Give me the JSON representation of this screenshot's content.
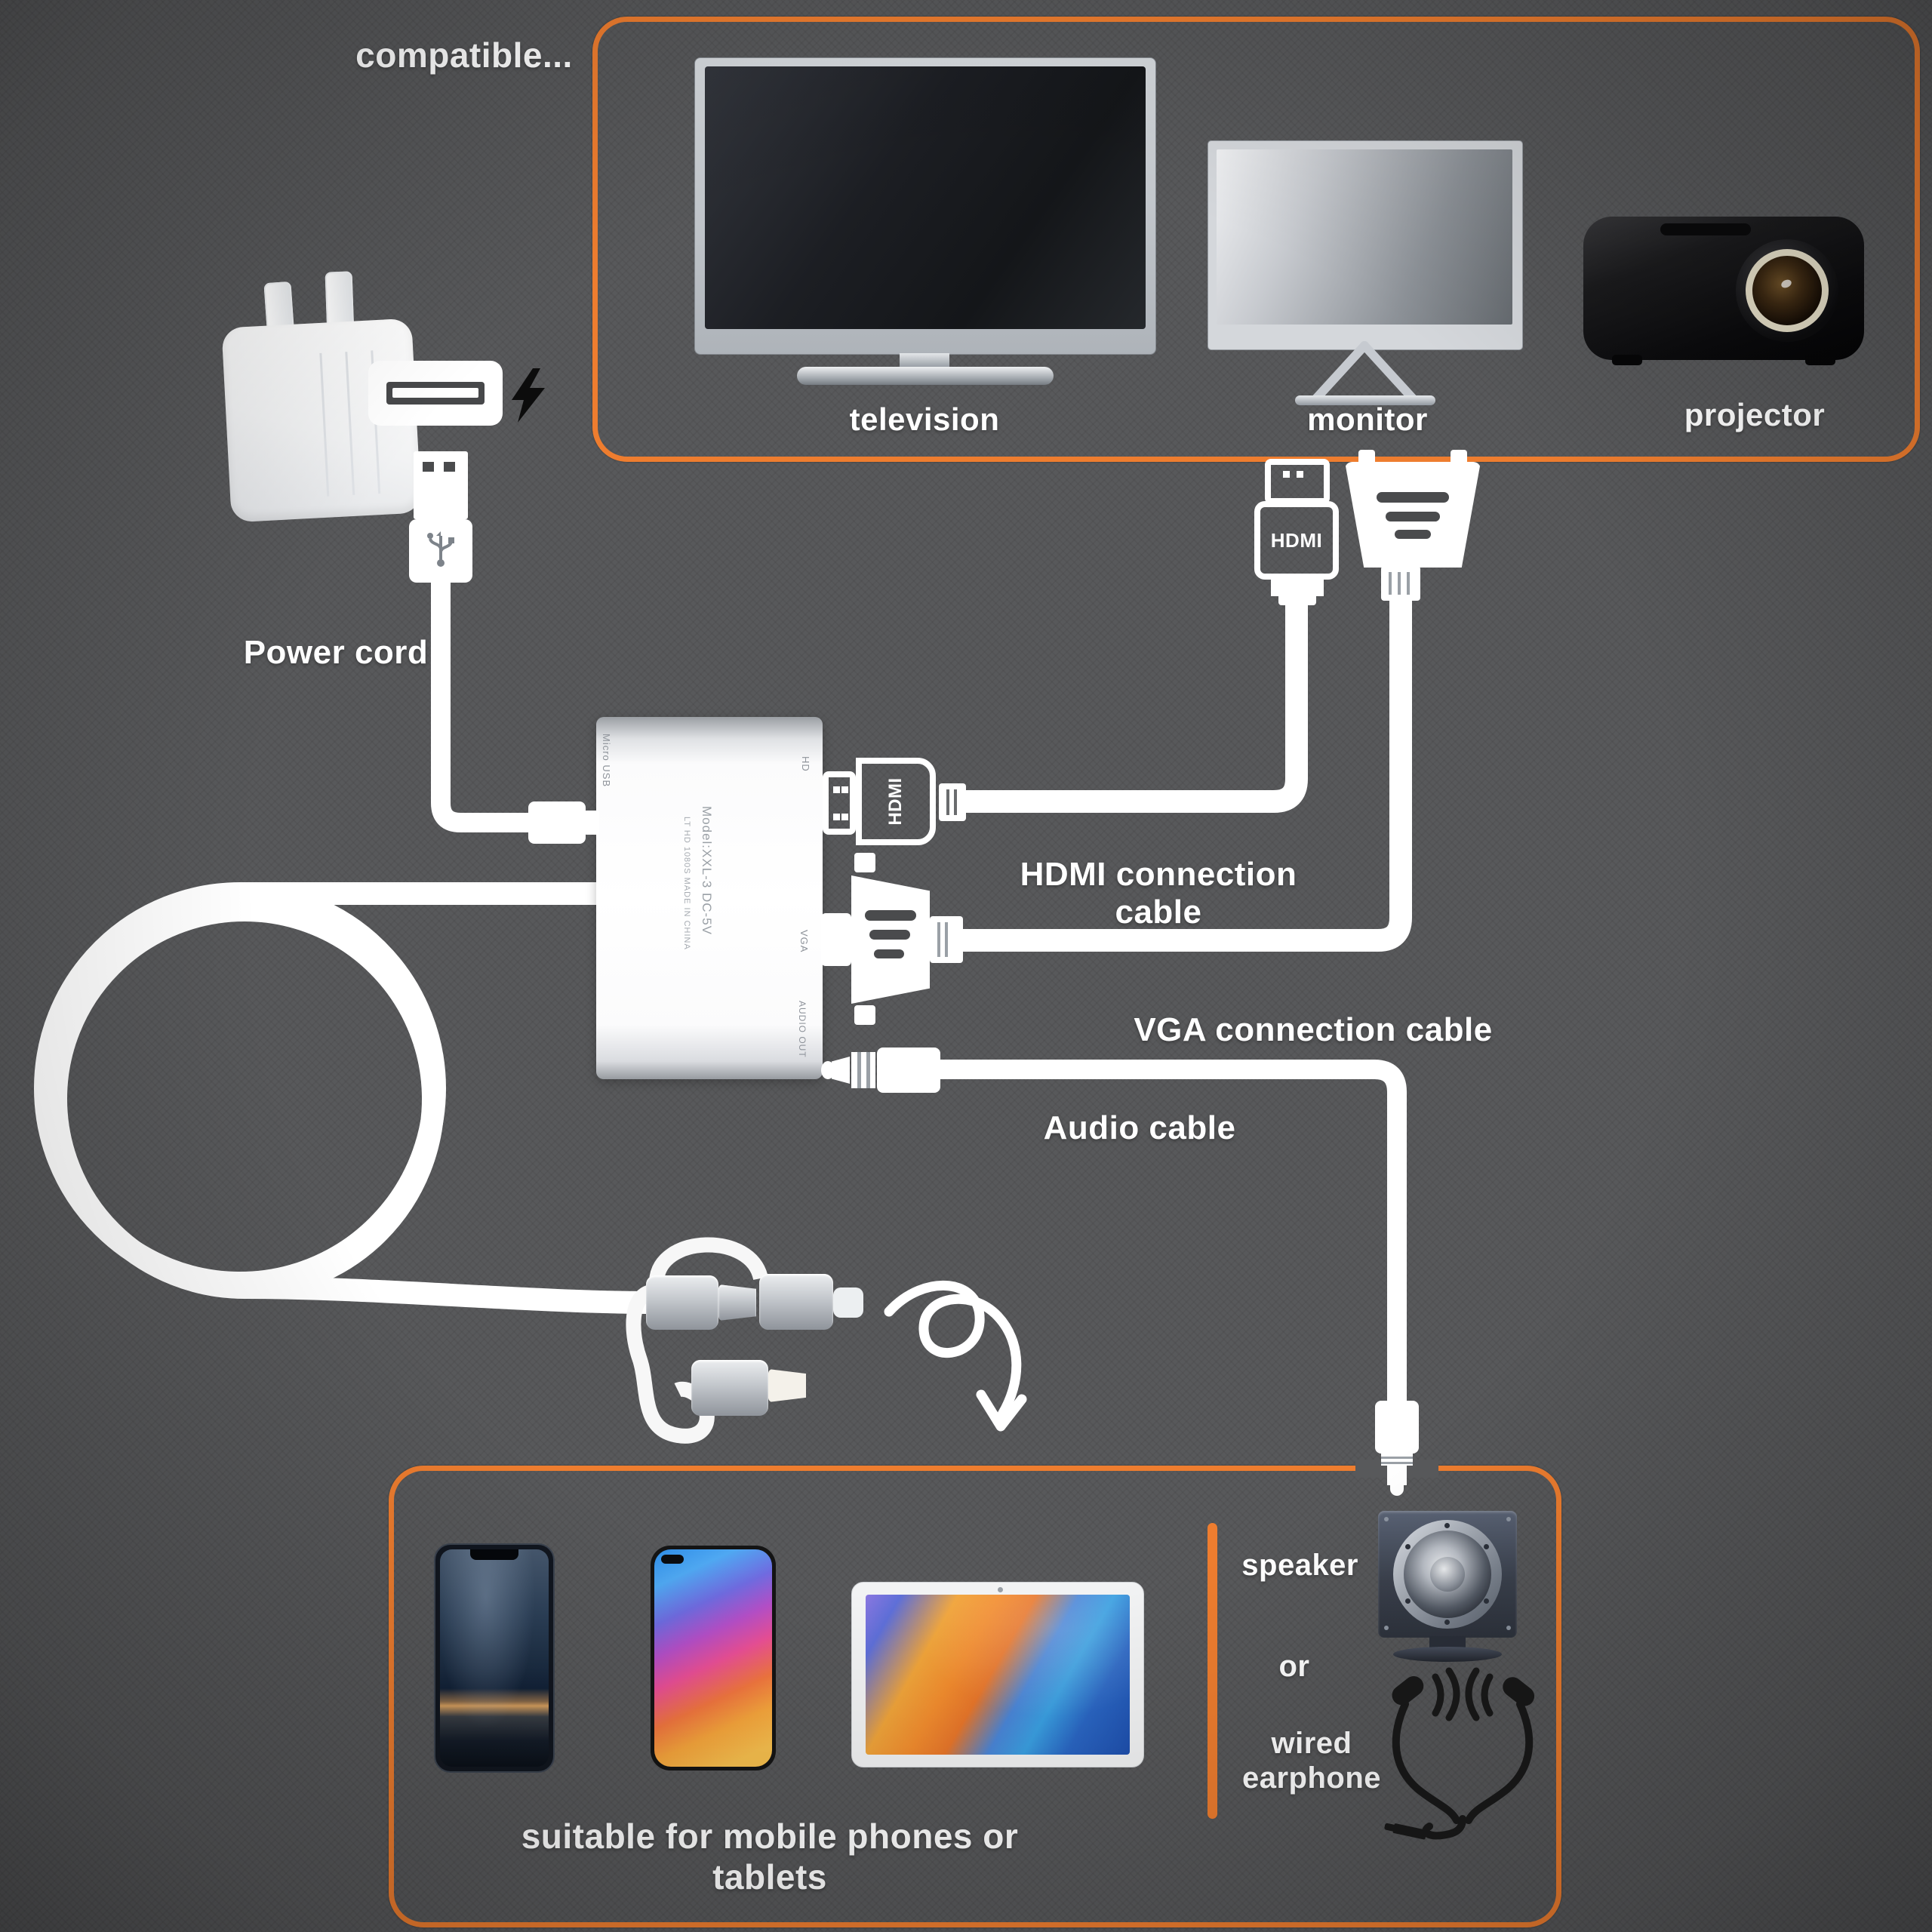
{
  "colors": {
    "background": "#58595b",
    "accent": "#ee7d2f",
    "cable_white": "#ffffff"
  },
  "header": {
    "compatible_label": "compatible..."
  },
  "display_devices": {
    "television_label": "television",
    "monitor_label": "monitor",
    "projector_label": "projector"
  },
  "power": {
    "power_cord_label": "Power cord"
  },
  "adapter": {
    "model_line1": "Model:XXL-3 DC-5V",
    "model_line2": "LT HD 1080S  MADE IN CHINA",
    "port_micro_usb": "Micro USB",
    "port_hd": "HD",
    "port_vga": "VGA",
    "port_audio_out": "AUDIO OUT"
  },
  "connections": {
    "hdmi_cable_label": "HDMI connection cable",
    "vga_cable_label": "VGA connection cable",
    "audio_cable_label": "Audio cable",
    "hdmi_plug_text": "HDMI",
    "hdmi_connector_text": "HDMI"
  },
  "mobile_devices": {
    "caption": "suitable for mobile phones or tablets"
  },
  "audio_devices": {
    "speaker_label": "speaker",
    "or_label": "or",
    "wired_label": "wired",
    "earphone_label": "earphone"
  }
}
